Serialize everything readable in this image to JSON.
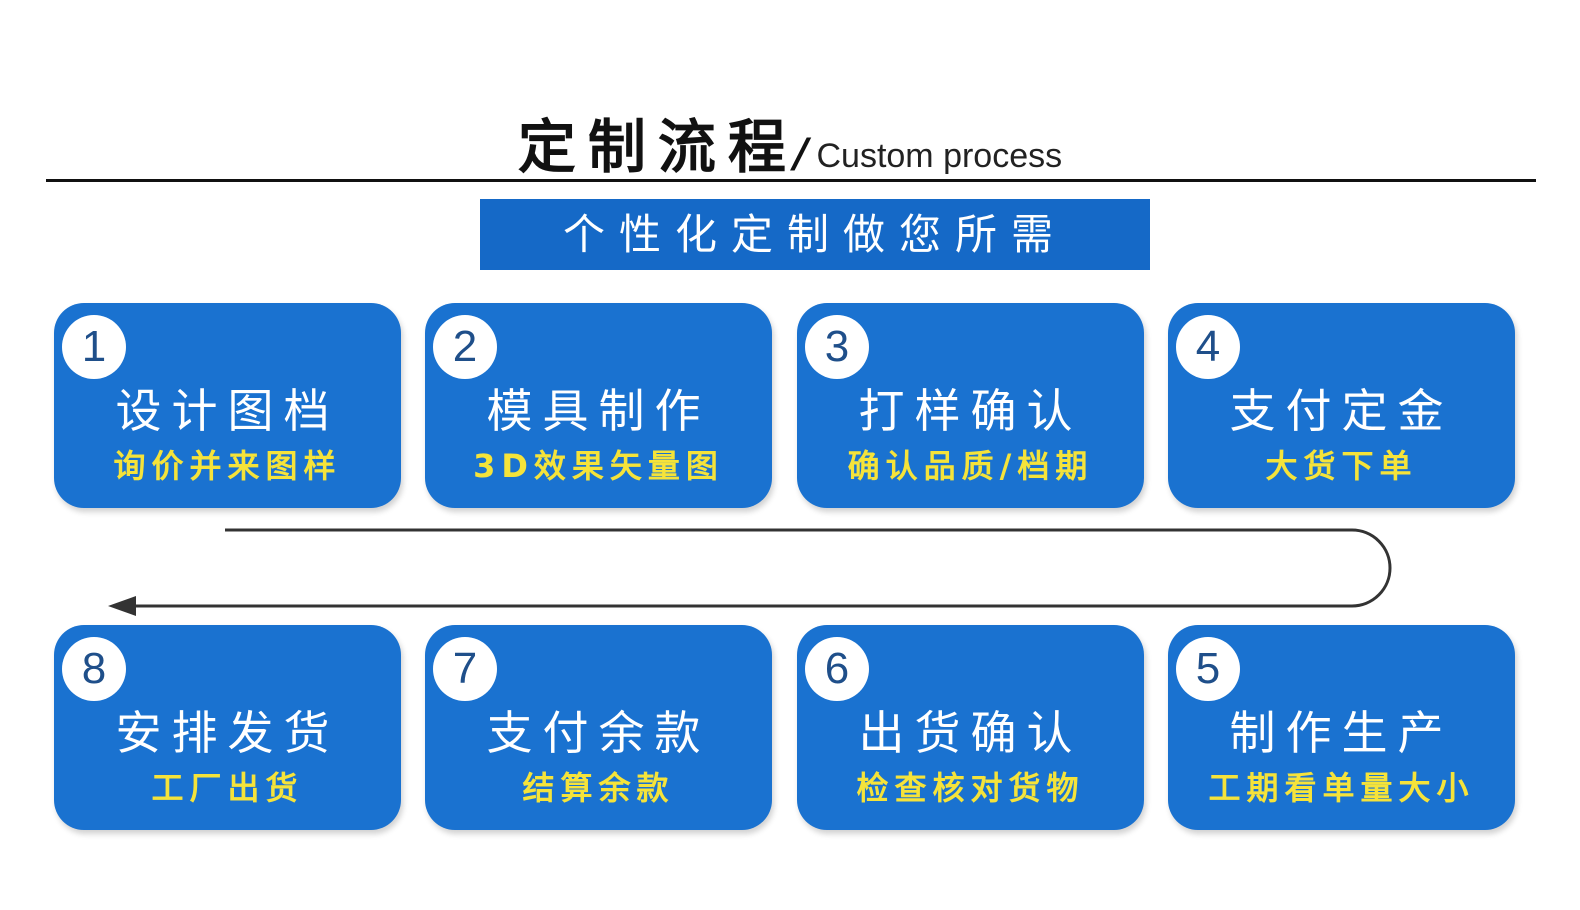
{
  "header": {
    "title_cn": "定制流程",
    "slash": "/",
    "title_en": "Custom process"
  },
  "subtitle": "个性化定制做您所需",
  "colors": {
    "card_blue": "#1a72d0",
    "banner_blue": "#1569c7",
    "subtext_yellow": "#f5e33a",
    "number_color": "#1f4f8a"
  },
  "steps": [
    {
      "num": "1",
      "title": "设计图档",
      "sub": "询价并来图样"
    },
    {
      "num": "2",
      "title": "模具制作",
      "sub": "3D效果矢量图"
    },
    {
      "num": "3",
      "title": "打样确认",
      "sub": "确认品质/档期"
    },
    {
      "num": "4",
      "title": "支付定金",
      "sub": "大货下单"
    },
    {
      "num": "5",
      "title": "制作生产",
      "sub": "工期看单量大小"
    },
    {
      "num": "6",
      "title": "出货确认",
      "sub": "检查核对货物"
    },
    {
      "num": "7",
      "title": "支付余款",
      "sub": "结算余款"
    },
    {
      "num": "8",
      "title": "安排发货",
      "sub": "工厂出货"
    }
  ]
}
